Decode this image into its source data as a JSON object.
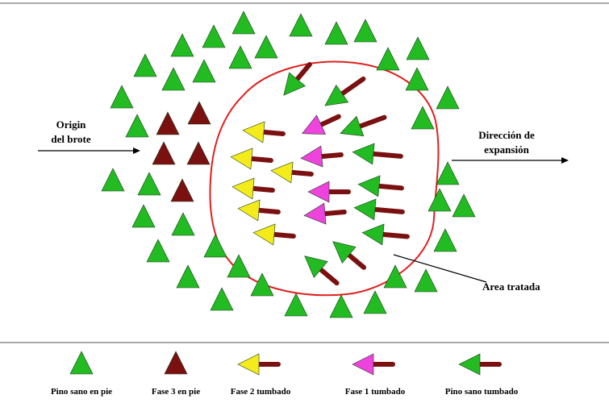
{
  "labels": {
    "origin_line1": "Origin",
    "origin_line2": "del brote",
    "direction_line1": "Dirección de",
    "direction_line2": "expansión",
    "treated_area": "Area tratada"
  },
  "legend": [
    {
      "kind": "standing",
      "color": "#22bb22",
      "label": "Pino sano en pie"
    },
    {
      "kind": "standing",
      "color": "#7a1010",
      "label": "Fase 3 en pie"
    },
    {
      "kind": "fallen",
      "color": "#f4ec1a",
      "label": "Fase 2 tumbado"
    },
    {
      "kind": "fallen",
      "color": "#ee44dd",
      "label": "Fase 1 tumbado"
    },
    {
      "kind": "fallen",
      "color": "#22bb22",
      "label": "Pino sano tumbado"
    }
  ],
  "colors": {
    "healthy": "#22bb22",
    "phase3": "#7a1010",
    "phase2": "#f4ec1a",
    "phase1": "#ee44dd",
    "trunk": "#7a1010",
    "treated_boundary": "#e0201e",
    "rule": "#aaaaaa"
  }
}
